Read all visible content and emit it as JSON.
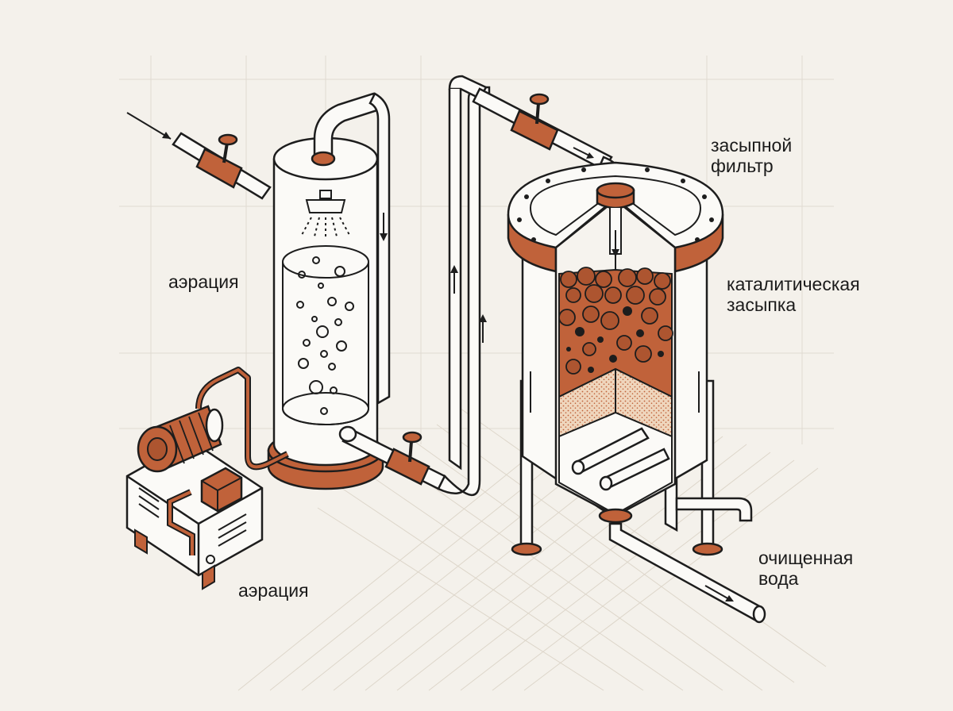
{
  "colors": {
    "background": "#f4f1eb",
    "line": "#1d1d1d",
    "rust": "#c0623a",
    "media_dark": "#ad5530",
    "sand": "#efd6bd",
    "pipe_fill": "#fbfaf7",
    "grid": "#dcd6cc"
  },
  "labels": {
    "aeration_tank": "аэрация",
    "aeration_compressor": "аэрация",
    "filter_line1": "засыпной",
    "filter_line2": "фильтр",
    "media_line1": "каталитическая",
    "media_line2": "засыпка",
    "output_line1": "очищенная",
    "output_line2": "вода"
  },
  "components": {
    "aeration_column": "aeration column",
    "spray_nozzle": "shower-head-icon",
    "compressor": "compressor",
    "filter_vessel": "filter vessel",
    "valves": [
      "inlet valve",
      "tank outlet valve",
      "filter inlet valve"
    ]
  }
}
